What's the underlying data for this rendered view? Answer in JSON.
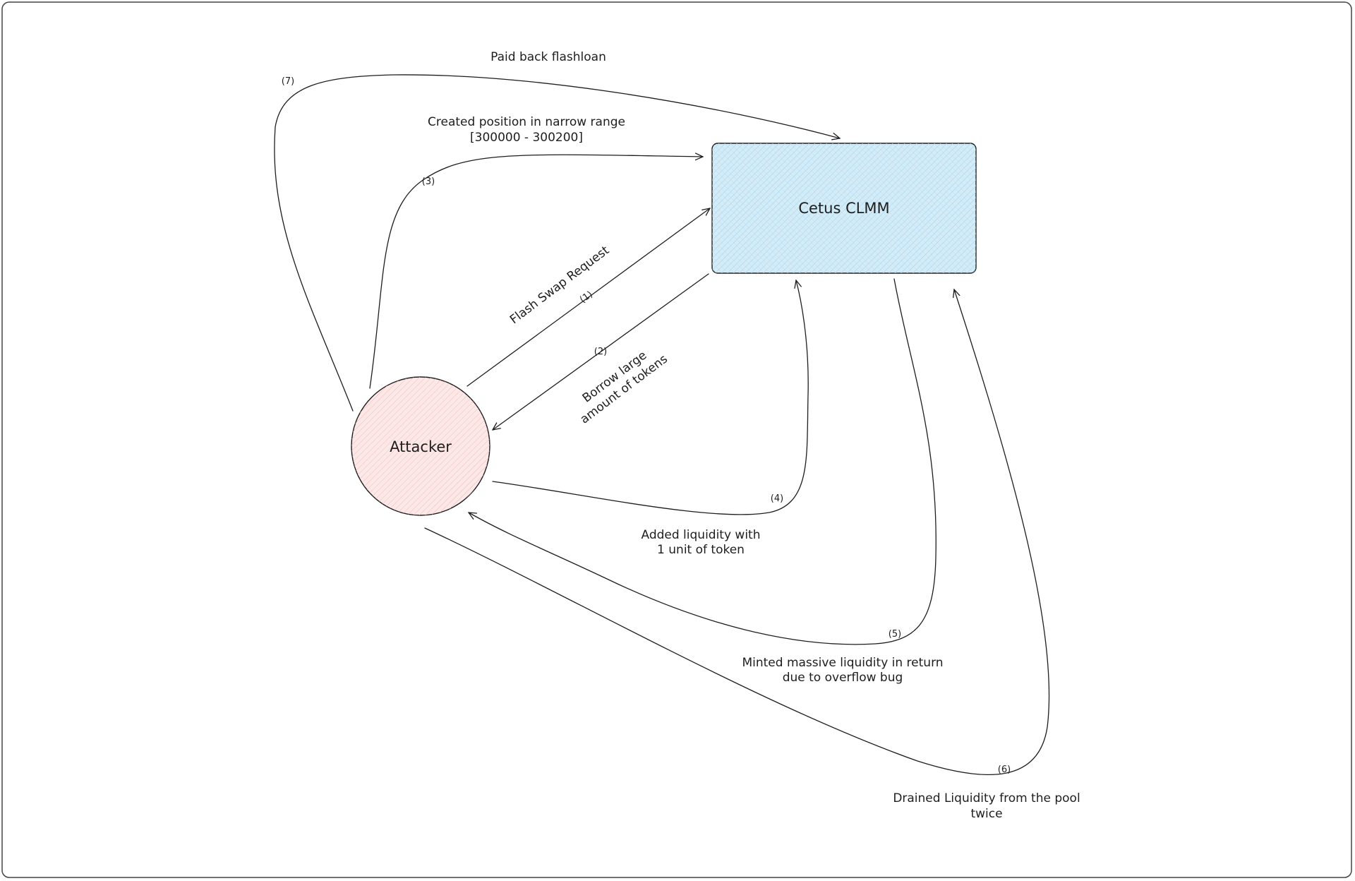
{
  "nodes": {
    "attacker": {
      "label": "Attacker",
      "fill": "#fde8e8"
    },
    "cetus": {
      "label": "Cetus CLMM",
      "fill": "#d4ecf7"
    }
  },
  "steps": [
    {
      "num": "(1)",
      "label_lines": [
        "Flash Swap Request"
      ]
    },
    {
      "num": "(2)",
      "label_lines": [
        "Borrow large",
        "amount of tokens"
      ]
    },
    {
      "num": "(3)",
      "label_lines": [
        "Created position in narrow range",
        "[300000 - 300200]"
      ]
    },
    {
      "num": "(4)",
      "label_lines": [
        "Added liquidity with",
        "1 unit of token"
      ]
    },
    {
      "num": "(5)",
      "label_lines": [
        "Minted massive liquidity in return",
        "due to overflow bug"
      ]
    },
    {
      "num": "(6)",
      "label_lines": [
        "Drained Liquidity from the pool",
        "twice"
      ]
    },
    {
      "num": "(7)",
      "label_lines": [
        "Paid back flashloan"
      ]
    }
  ]
}
